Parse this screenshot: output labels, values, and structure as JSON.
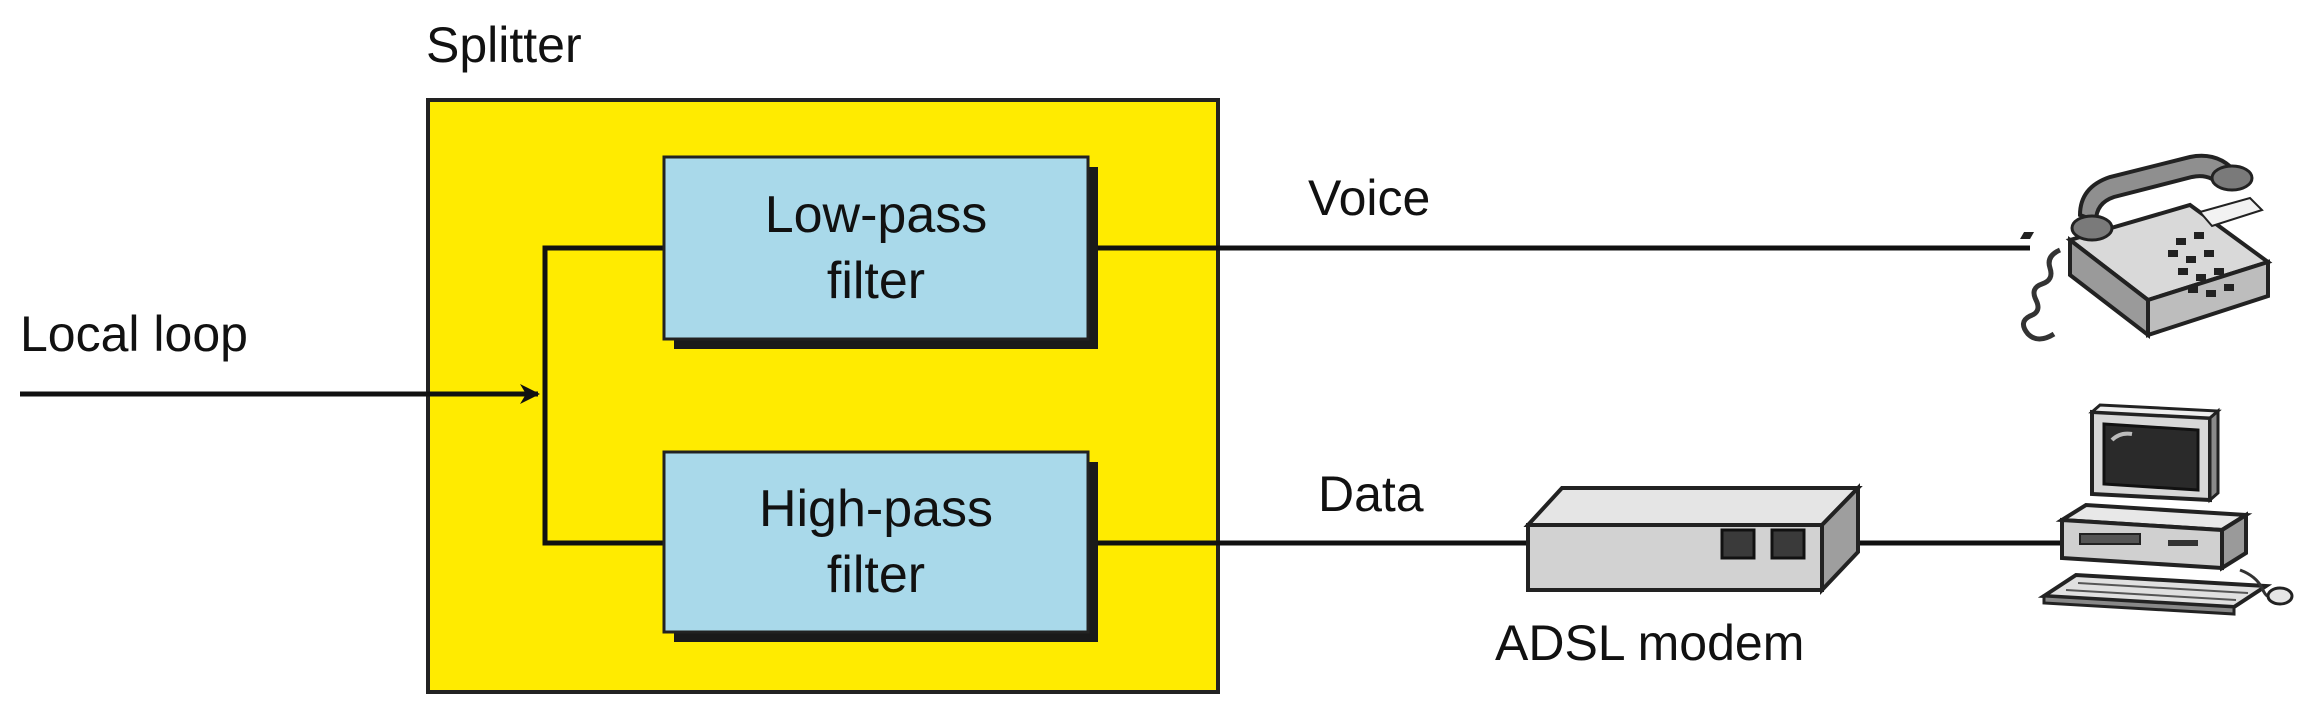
{
  "diagram": {
    "splitter_label": "Splitter",
    "local_loop_label": "Local loop",
    "low_pass": {
      "line1": "Low-pass",
      "line2": "filter"
    },
    "high_pass": {
      "line1": "High-pass",
      "line2": "filter"
    },
    "voice_label": "Voice",
    "data_label": "Data",
    "modem_label": "ADSL modem"
  },
  "icons": {
    "telephone": "telephone-icon",
    "modem": "adsl-modem-icon",
    "computer": "computer-icon"
  },
  "colors": {
    "splitter_fill": "#FFEB00",
    "filter_fill": "#A9D9EA",
    "line": "#111111",
    "shadow": "#1a1a1a"
  }
}
